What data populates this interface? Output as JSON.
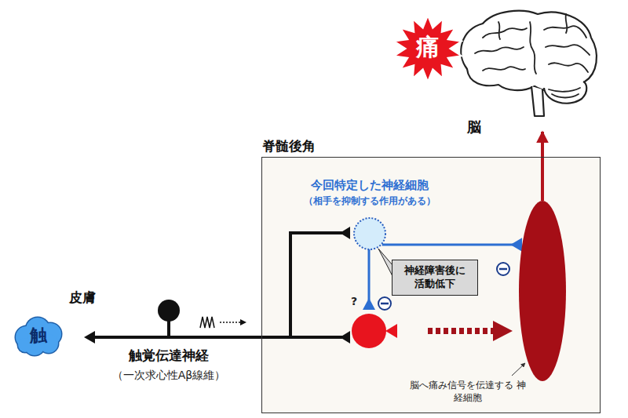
{
  "diagram": {
    "nodes": [
      {
        "text": [
          "脊髄後角"
        ]
      },
      {
        "text": [
          "今回特定した神経細胞",
          "（相手を抑制する作用がある）"
        ],
        "in": 0
      },
      {
        "text": [
          "神経障害後に 活動低下"
        ],
        "in": 0
      },
      {
        "text": [
          "脳へ痛み信号を伝達する 神経細胞"
        ],
        "in": 0
      },
      {
        "text": [
          "脳"
        ]
      },
      {
        "text": [
          "触"
        ]
      }
    ],
    "edges": [
      {
        "from": 3,
        "to": 4,
        "arrow": "to"
      },
      {
        "from": 1,
        "to": 3,
        "arrow": "to"
      }
    ],
    "labels": [
      "痛",
      "皮膚",
      "触覚伝達神経",
      "（一次求心性Aβ線維）",
      "?"
    ]
  }
}
